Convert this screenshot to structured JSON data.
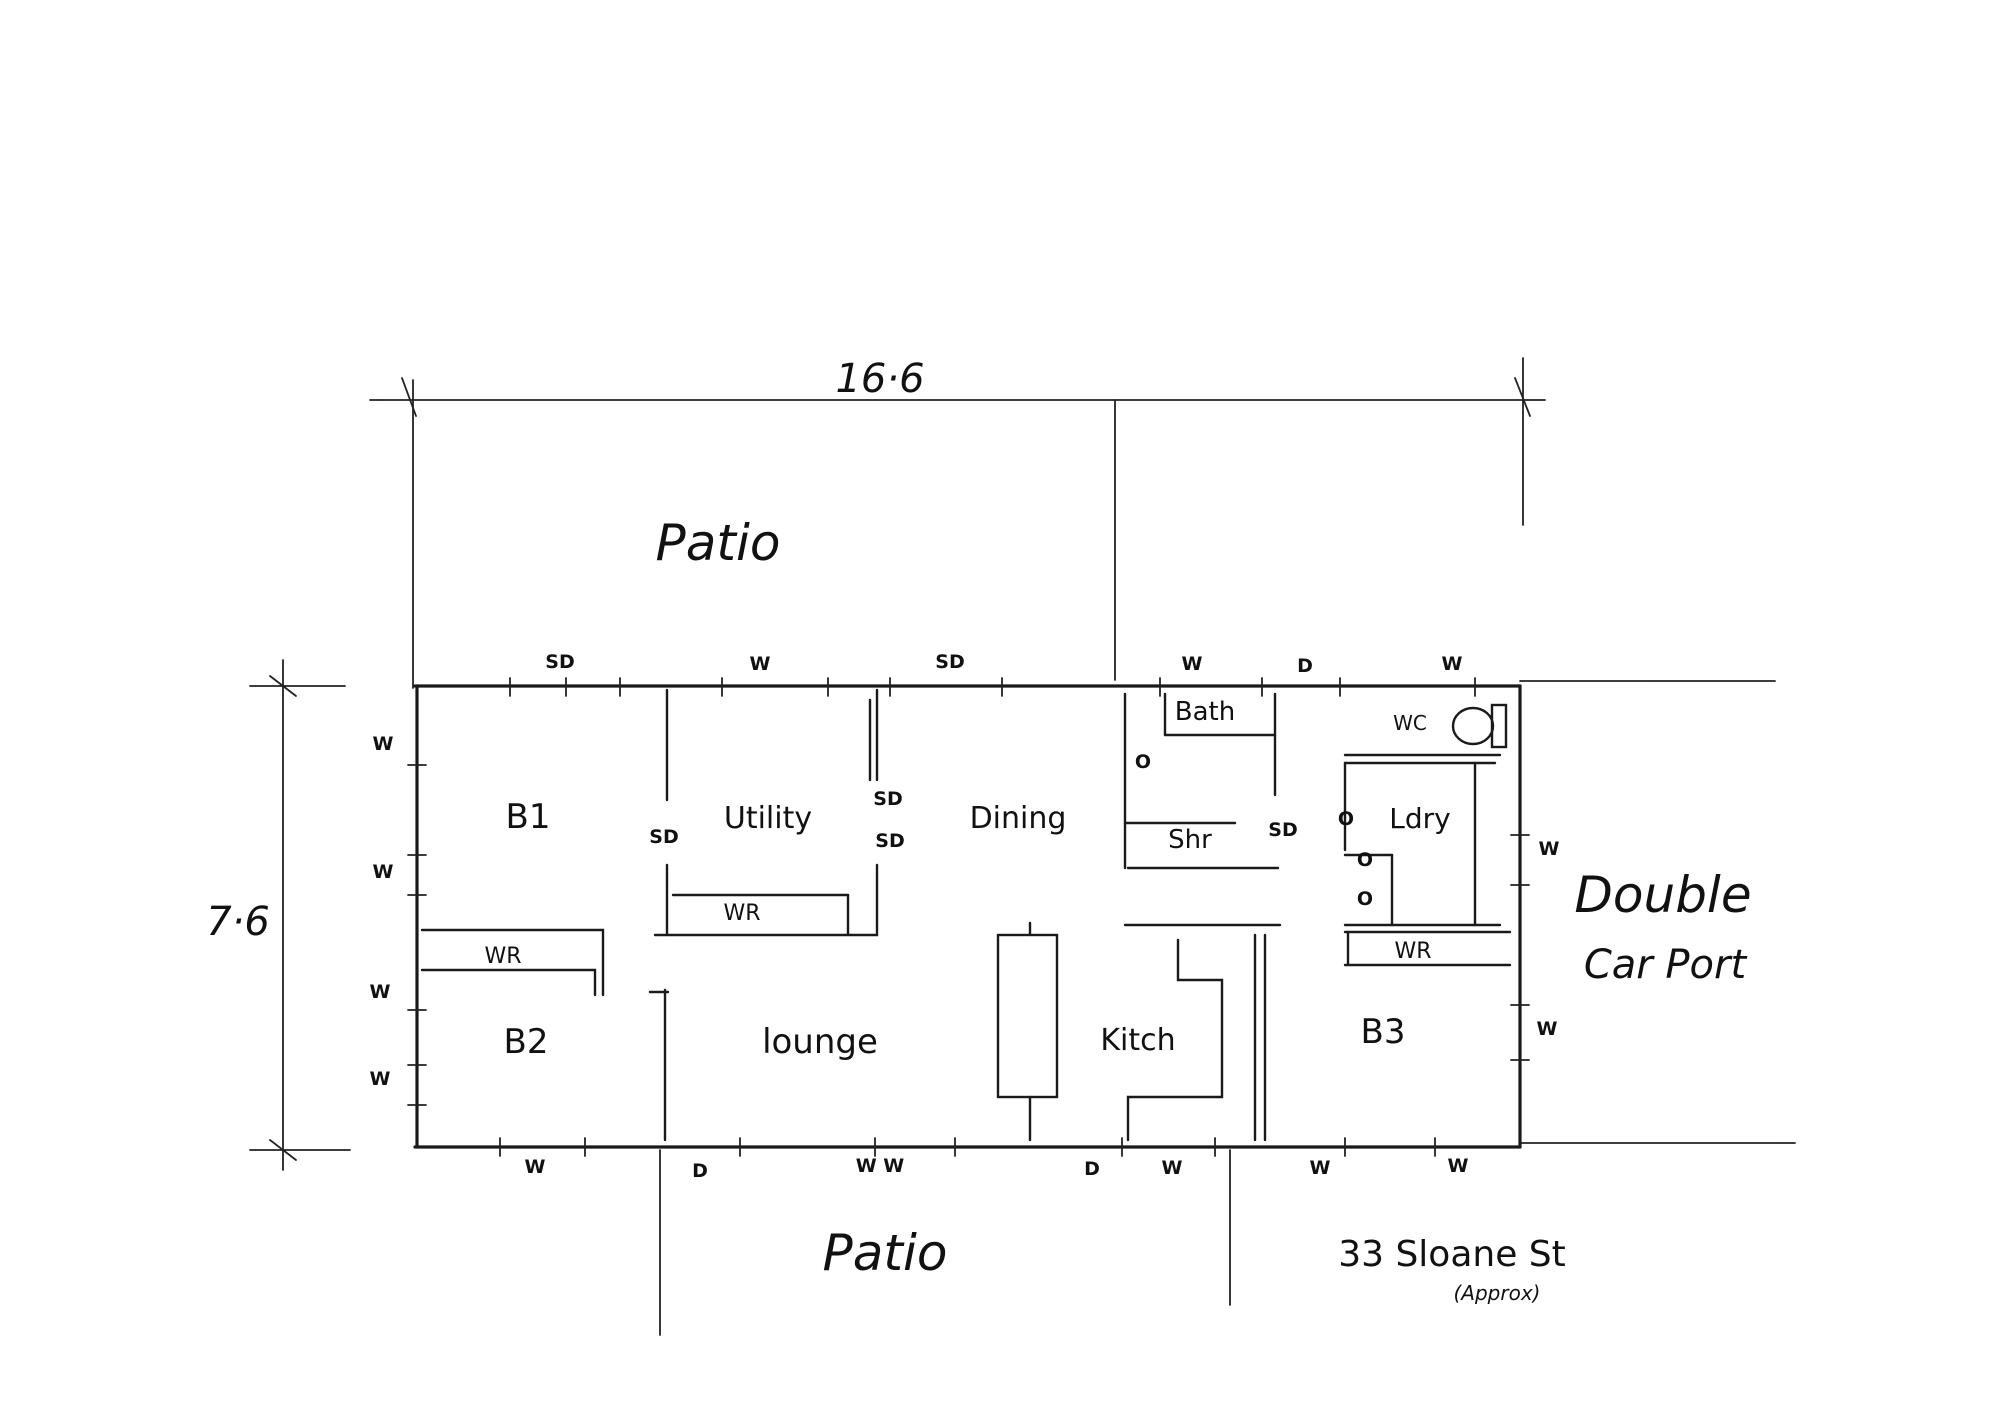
{
  "dimensions": {
    "width": "16·6",
    "depth": "7·6"
  },
  "areas": {
    "patio_top": "Patio",
    "patio_bottom": "Patio",
    "carport_line1": "Double",
    "carport_line2": "Car Port"
  },
  "rooms": {
    "b1": "B1",
    "b2": "B2",
    "b3": "B3",
    "utility": "Utility",
    "dining": "Dining",
    "lounge": "lounge",
    "kitchen": "Kitch",
    "bath": "Bath",
    "shower": "Shr",
    "laundry": "Ldry",
    "wc": "WC",
    "wr_b1": "WR",
    "wr_utility": "WR",
    "wr_b3": "WR"
  },
  "openings": {
    "top": [
      "SD",
      "W",
      "SD",
      "W",
      "D",
      "W"
    ],
    "left": [
      "W",
      "W",
      "W",
      "W"
    ],
    "bottom": [
      "W",
      "D",
      "W W",
      "D",
      "W",
      "W",
      "W"
    ],
    "right": [
      "W",
      "W"
    ],
    "utility_left": "SD",
    "utility_right_upper": "SD",
    "utility_right_lower": "SD",
    "shower_right": "SD",
    "bath_fixture": "O",
    "laundry_fixture_1": "O",
    "laundry_fixture_2": "O",
    "laundry_fixture_3": "O"
  },
  "address": {
    "street": "33 Sloane St",
    "note": "(Approx)"
  }
}
